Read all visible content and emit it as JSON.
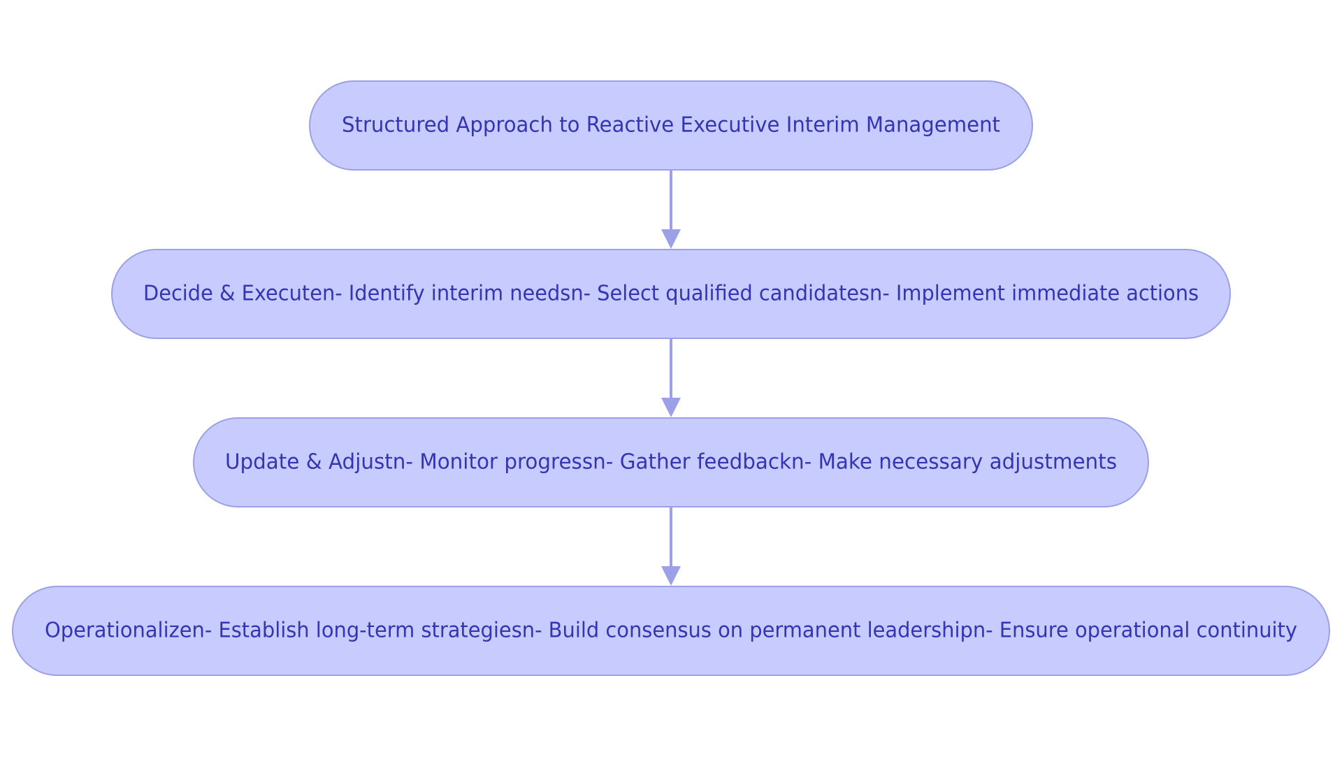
{
  "diagram": {
    "nodes": [
      {
        "id": "n1",
        "label": "Structured Approach to Reactive Executive Interim Management"
      },
      {
        "id": "n2",
        "label": "Decide & Executen- Identify interim needsn- Select qualified candidatesn- Implement immediate actions"
      },
      {
        "id": "n3",
        "label": "Update & Adjustn- Monitor progressn- Gather feedbackn- Make necessary adjustments"
      },
      {
        "id": "n4",
        "label": "Operationalizen- Establish long-term strategiesn- Build consensus on permanent leadershipn- Ensure operational continuity"
      }
    ],
    "edges": [
      {
        "from": "n1",
        "to": "n2"
      },
      {
        "from": "n2",
        "to": "n3"
      },
      {
        "from": "n3",
        "to": "n4"
      }
    ],
    "colors": {
      "node_fill": "#c7cbfd",
      "node_stroke": "#9ca0e6",
      "text": "#3535b4",
      "edge": "#9ca0e6"
    }
  }
}
